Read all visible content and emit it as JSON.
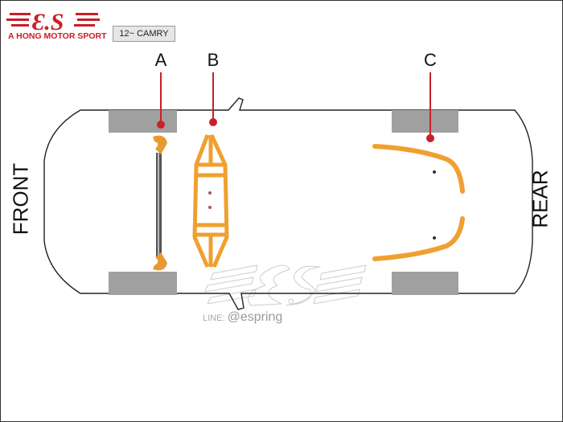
{
  "brand": {
    "name": "A HONG MOTOR SPORT",
    "logo_letters": "E.S"
  },
  "model_label": "12~ CAMRY",
  "sides": {
    "front": "FRONT",
    "rear": "REAR"
  },
  "parts": [
    {
      "label": "A"
    },
    {
      "label": "B"
    },
    {
      "label": "C"
    }
  ],
  "watermark": {
    "logo_letters": "E.S",
    "line_prefix": "LINE:",
    "line_id": "@espring"
  },
  "colors": {
    "accent": "#c8202a",
    "bar": "#f0a030",
    "wheel": "#a0a0a0"
  }
}
